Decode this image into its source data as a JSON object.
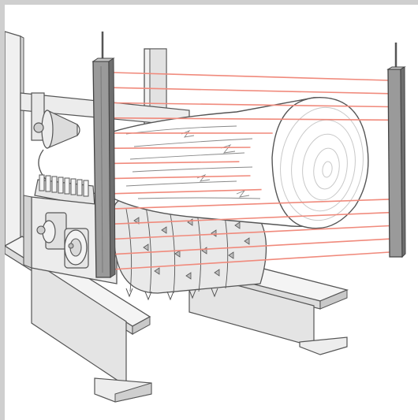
{
  "scene": {
    "colors": {
      "background": "#ffffff",
      "frame": "#cfcfcf",
      "outline": "#555555",
      "metal_light": "#f2f2f2",
      "metal_mid": "#d9d9d9",
      "metal_dark": "#a9a9a9",
      "sensor_bar": "#8f8f8f",
      "sensor_bar_dark": "#6e6e6e",
      "light_beam": "#f08a7c",
      "log_end": "#ffffff",
      "log_rings": "#c8c8c8"
    },
    "light_curtain": {
      "beam_count": 14,
      "icons": [
        "light-curtain-transmitter",
        "light-curtain-receiver"
      ]
    }
  }
}
